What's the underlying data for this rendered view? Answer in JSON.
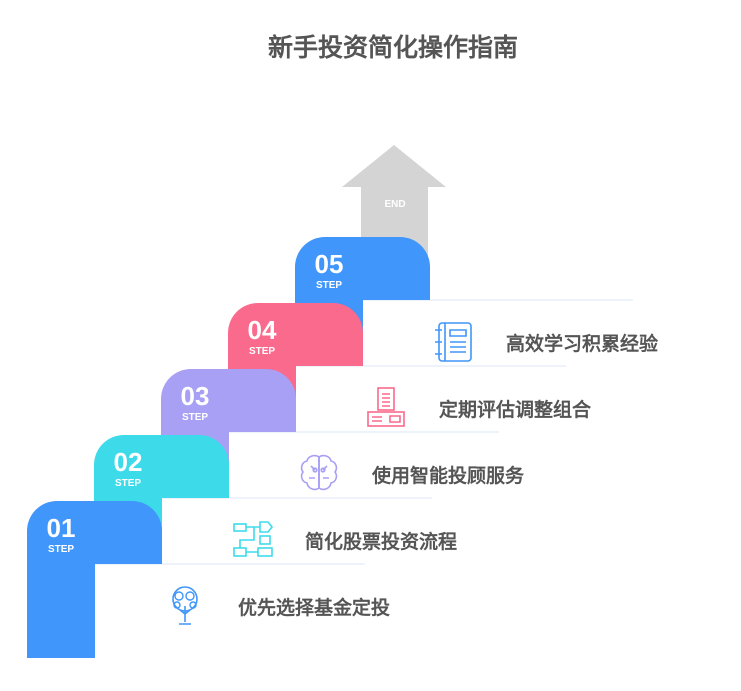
{
  "title": "新手投资简化操作指南",
  "end_label": "END",
  "colors": {
    "step1": "#4096fa",
    "step2": "#3ddbea",
    "step3": "#a8a0f5",
    "step4": "#fa6a8c",
    "step5": "#4096fa",
    "arrow": "#d4d4d4"
  },
  "steps": [
    {
      "number": "01",
      "step": "STEP",
      "label": "优先选择基金定投",
      "icon": "money-tree-icon"
    },
    {
      "number": "02",
      "step": "STEP",
      "label": "简化股票投资流程",
      "icon": "flowchart-icon"
    },
    {
      "number": "03",
      "step": "STEP",
      "label": "使用智能投顾服务",
      "icon": "brain-circuit-icon"
    },
    {
      "number": "04",
      "step": "STEP",
      "label": "定期评估调整组合",
      "icon": "cash-register-icon"
    },
    {
      "number": "05",
      "step": "STEP",
      "label": "高效学习积累经验",
      "icon": "notebook-icon"
    }
  ]
}
